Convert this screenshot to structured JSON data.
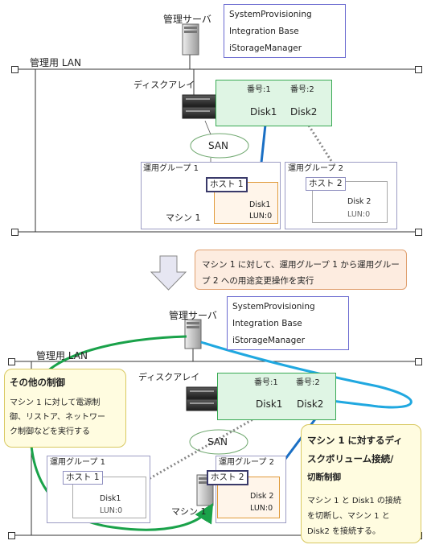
{
  "top": {
    "mgmt_server_label": "管理サーバ",
    "software": [
      "SystemProvisioning",
      "Integration Base",
      "iStorageManager"
    ],
    "lan_label": "管理用 LAN",
    "disk_array_label": "ディスクアレイ",
    "disk1_no": "番号:1",
    "disk2_no": "番号:2",
    "disk1_label": "Disk1",
    "disk2_label": "Disk2",
    "san_label": "SAN",
    "group1_label": "運用グループ 1",
    "group2_label": "運用グループ 2",
    "host1_label": "ホスト 1",
    "host2_label": "ホスト 2",
    "machine_label": "マシン 1",
    "lun_disk1_label": "Disk1",
    "lun_disk1_lun": "LUN:0",
    "lun_disk2_label": "Disk 2",
    "lun_disk2_lun": "LUN:0"
  },
  "operation": {
    "text": "マシン 1 に対して、運用グループ 1 から運用グループ 2 への用途変更操作を実行"
  },
  "bottom": {
    "mgmt_server_label": "管理サーバ",
    "software": [
      "SystemProvisioning",
      "Integration Base",
      "iStorageManager"
    ],
    "lan_label": "管理用 LAN",
    "disk_array_label": "ディスクアレイ",
    "disk1_no": "番号:1",
    "disk2_no": "番号:2",
    "disk1_label": "Disk1",
    "disk2_label": "Disk2",
    "san_label": "SAN",
    "group1_label": "運用グループ 1",
    "group2_label": "運用グループ 2",
    "host1_label": "ホスト 1",
    "host2_label": "ホスト 2",
    "machine_label": "マシン 1",
    "lun_disk1_label": "Disk1",
    "lun_disk1_lun": "LUN:0",
    "lun_disk2_label": "Disk 2",
    "lun_disk2_lun": "LUN:0",
    "callout_left_title": "その他の制御",
    "callout_left_body": [
      "マシン 1 に対して電源制",
      "御、リストア、ネットワー",
      "ク制御などを実行する"
    ],
    "callout_right_title": [
      "マシン 1 に対するディ",
      "スクボリューム接続/",
      "切断制御"
    ],
    "callout_right_body": [
      "マシン 1 と Disk1 の接続",
      "を切断し、マシン 1 と",
      "Disk2 を接続する。"
    ]
  },
  "colors": {
    "green_line": "#1aa24a",
    "blue_line": "#1a6fc4",
    "cyan_line": "#20a8e0",
    "dotted_line": "#888888",
    "disk_fill": "#bfe6f0",
    "lun_fill": "#fdd8d8"
  }
}
